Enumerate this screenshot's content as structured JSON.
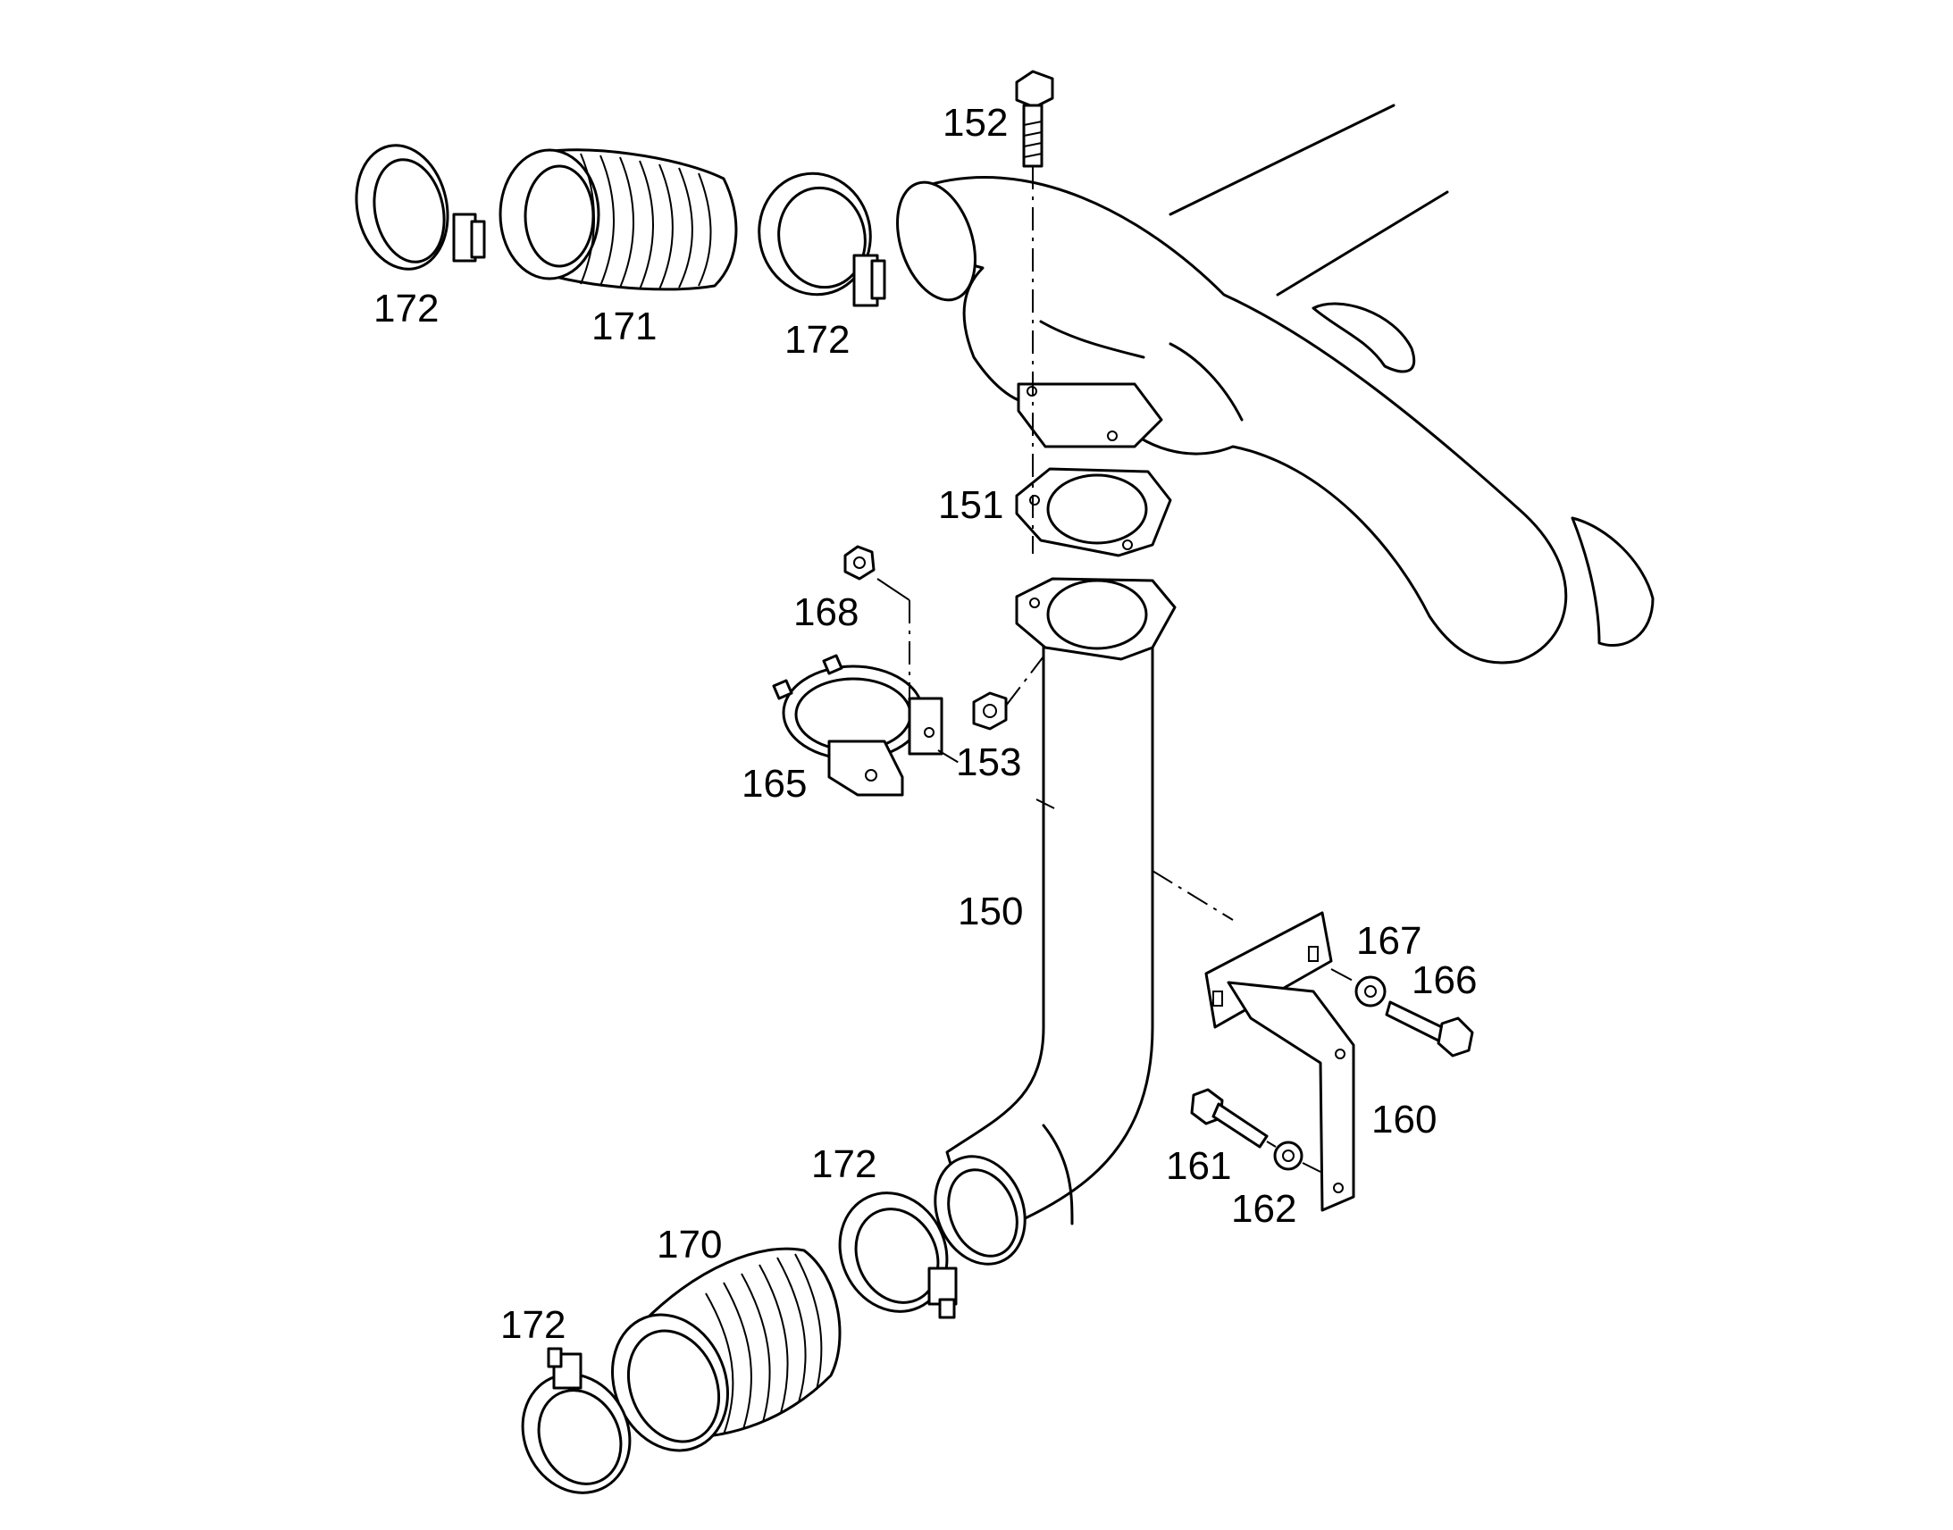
{
  "diagram": {
    "type": "exploded-parts-diagram",
    "subject": "exhaust pipe assembly",
    "callouts": [
      {
        "id": "152",
        "part": "bolt"
      },
      {
        "id": "172",
        "part": "hose-clamp"
      },
      {
        "id": "171",
        "part": "bellows"
      },
      {
        "id": "151",
        "part": "flange-gasket"
      },
      {
        "id": "168",
        "part": "nut"
      },
      {
        "id": "153",
        "part": "nut"
      },
      {
        "id": "165",
        "part": "pipe-clamp-bracket"
      },
      {
        "id": "150",
        "part": "exhaust-pipe"
      },
      {
        "id": "167",
        "part": "washer"
      },
      {
        "id": "166",
        "part": "bolt"
      },
      {
        "id": "160",
        "part": "bracket"
      },
      {
        "id": "161",
        "part": "bolt"
      },
      {
        "id": "162",
        "part": "washer"
      },
      {
        "id": "170",
        "part": "bellows"
      }
    ]
  }
}
